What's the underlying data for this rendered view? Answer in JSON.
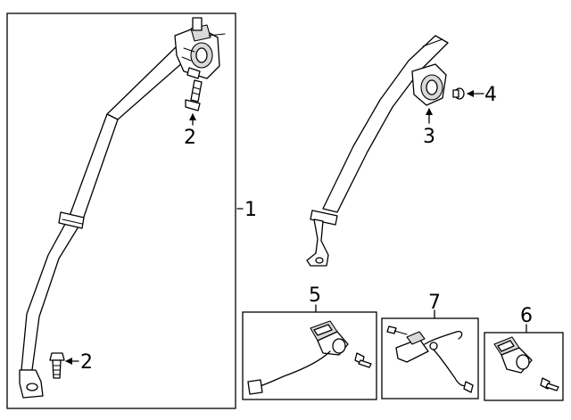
{
  "callouts": {
    "c1": "1",
    "c2a": "2",
    "c2b": "2",
    "c3": "3",
    "c4": "4",
    "c5": "5",
    "c6": "6",
    "c7": "7"
  }
}
